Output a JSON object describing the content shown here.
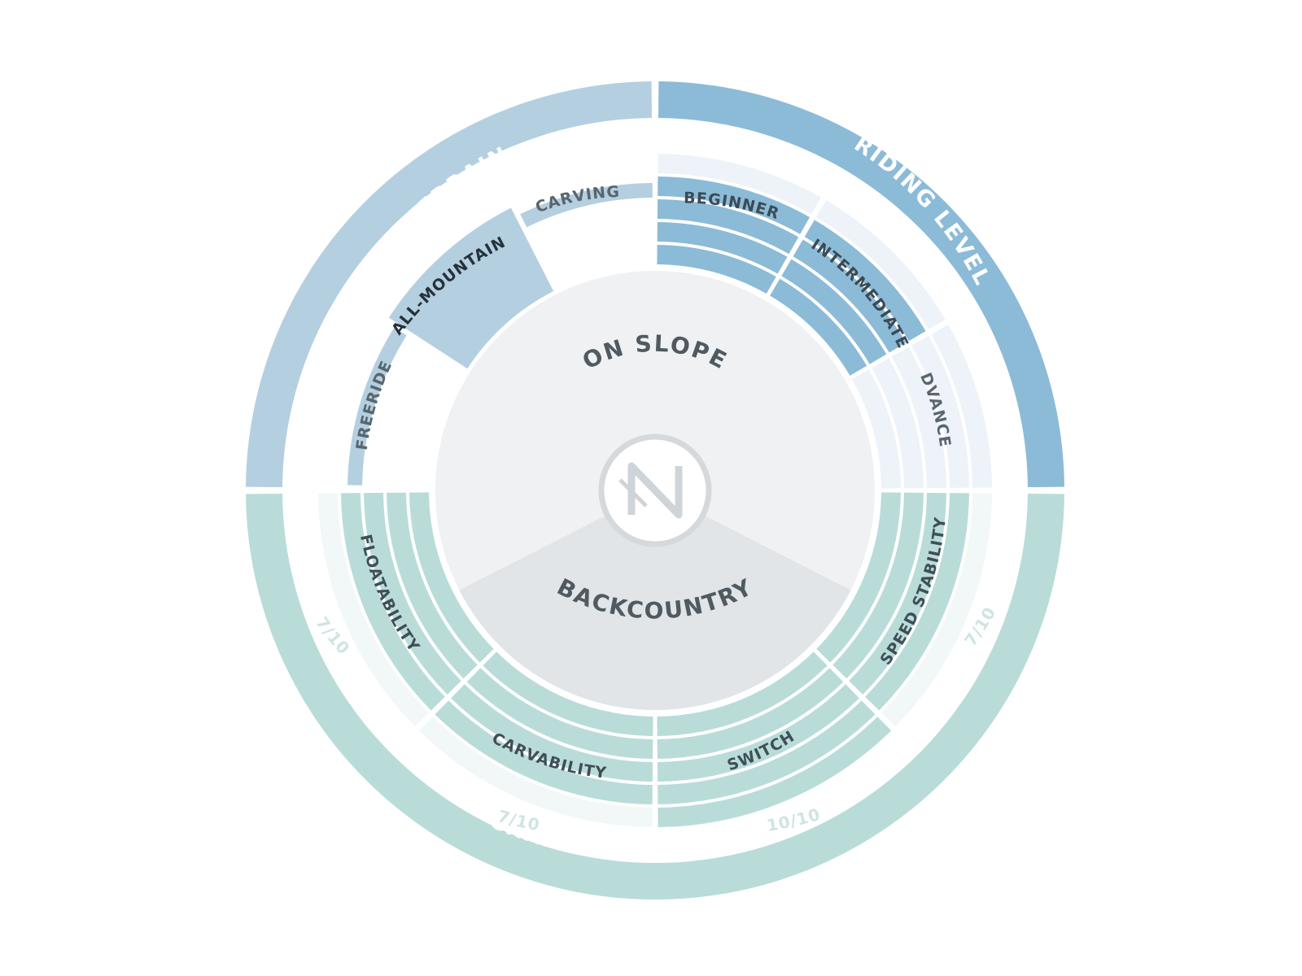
{
  "colors": {
    "terrain": "#b4cfe0",
    "riding": "#8cbbd8",
    "characteristics": "#b9dcd9",
    "faint_blue": "#edf3f8",
    "faint_teal": "#f2f7f7",
    "on_slope": "#eff1f2",
    "backcountry": "#e1e5e7",
    "logo_ring": "#d5d9dc"
  },
  "sections": {
    "terrain": "TERRAIN",
    "riding_level": "RIDING LEVEL",
    "characteristics": "CHARACTERISTICS RATING"
  },
  "terrain": {
    "carving": "CARVING",
    "all_mountain": "ALL-MOUNTAIN",
    "freeride": "FREERIDE",
    "selected": "ALL-MOUNTAIN"
  },
  "riding_level": {
    "beginner": "BEGINNER",
    "intermediate": "INTERMEDIATE",
    "advanced": "ADVANCED",
    "beginner_level": 4,
    "intermediate_level": 4,
    "advanced_level": 0
  },
  "characteristics": {
    "floatability": {
      "label": "FLOATABILITY",
      "score": "7/10"
    },
    "carvability": {
      "label": "CARVABILITY",
      "score": "7/10"
    },
    "switch": {
      "label": "SWITCH",
      "score": "10/10"
    },
    "speed_stability": {
      "label": "SPEED STABILITY",
      "score": "7/10"
    }
  },
  "core": {
    "on_slope": "ON SLOPE",
    "backcountry": "BACKCOUNTRY"
  }
}
